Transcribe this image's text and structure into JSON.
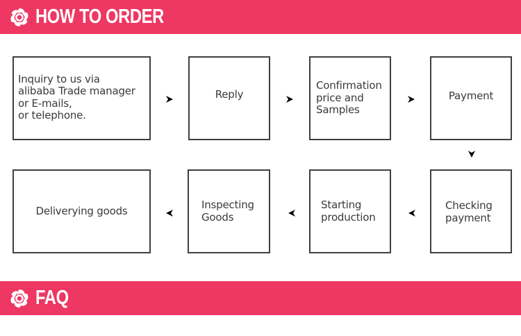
{
  "colors": {
    "banner": "#ee3762",
    "banner_text": "#ffffff",
    "box_border": "#3f3f3f",
    "box_text": "#3a3a3a",
    "arrow": "#000000"
  },
  "sections": {
    "how_to_order": {
      "title": "HOW TO ORDER",
      "icon": "swirl-flower-icon"
    },
    "faq": {
      "title": "FAQ",
      "icon": "swirl-flower-icon"
    }
  },
  "steps": [
    {
      "index": 1,
      "label": "Inquiry to us via\nalibaba Trade manager\nor E-mails,\nor telephone."
    },
    {
      "index": 2,
      "label": "Reply"
    },
    {
      "index": 3,
      "label": "Confirmation\nprice and\nSamples"
    },
    {
      "index": 4,
      "label": "Payment"
    },
    {
      "index": 5,
      "label": "Checking\npayment"
    },
    {
      "index": 6,
      "label": "Starting\nproduction"
    },
    {
      "index": 7,
      "label": "Inspecting\nGoods"
    },
    {
      "index": 8,
      "label": "Deliverying goods"
    }
  ],
  "arrows": [
    {
      "from": 1,
      "to": 2,
      "direction": "right"
    },
    {
      "from": 2,
      "to": 3,
      "direction": "right"
    },
    {
      "from": 3,
      "to": 4,
      "direction": "right"
    },
    {
      "from": 4,
      "to": 5,
      "direction": "down"
    },
    {
      "from": 5,
      "to": 6,
      "direction": "left"
    },
    {
      "from": 6,
      "to": 7,
      "direction": "left"
    },
    {
      "from": 7,
      "to": 8,
      "direction": "left"
    }
  ]
}
